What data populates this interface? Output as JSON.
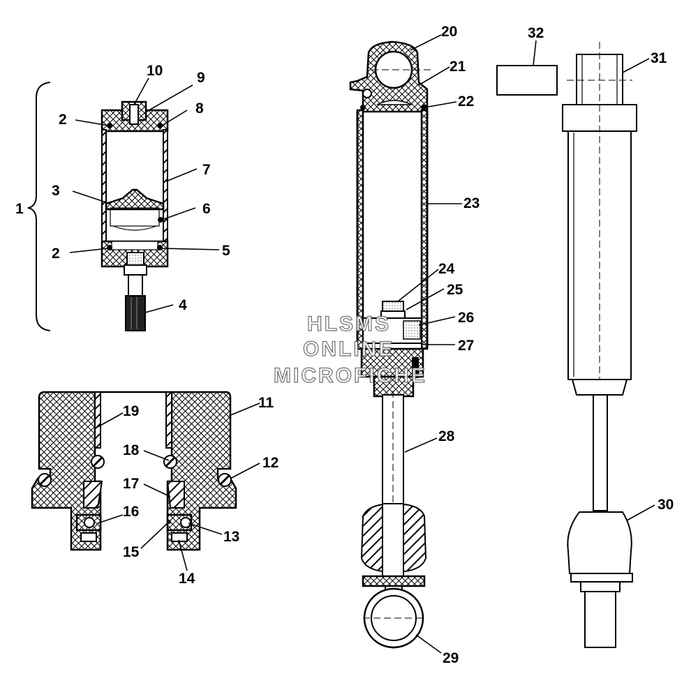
{
  "watermark": {
    "line1": "HLSMS",
    "line2": "ONLINE",
    "line3": "MICROFICHE"
  },
  "callouts": {
    "c1": "1",
    "c2a": "2",
    "c2b": "2",
    "c3": "3",
    "c4": "4",
    "c5": "5",
    "c6": "6",
    "c7": "7",
    "c8": "8",
    "c9": "9",
    "c10": "10",
    "c11": "11",
    "c12": "12",
    "c13": "13",
    "c14": "14",
    "c15": "15",
    "c16": "16",
    "c17": "17",
    "c18": "18",
    "c19": "19",
    "c20": "20",
    "c21": "21",
    "c22": "22",
    "c23": "23",
    "c24": "24",
    "c25": "25",
    "c26": "26",
    "c27": "27",
    "c28": "28",
    "c29": "29",
    "c30": "30",
    "c31": "31",
    "c32": "32"
  }
}
